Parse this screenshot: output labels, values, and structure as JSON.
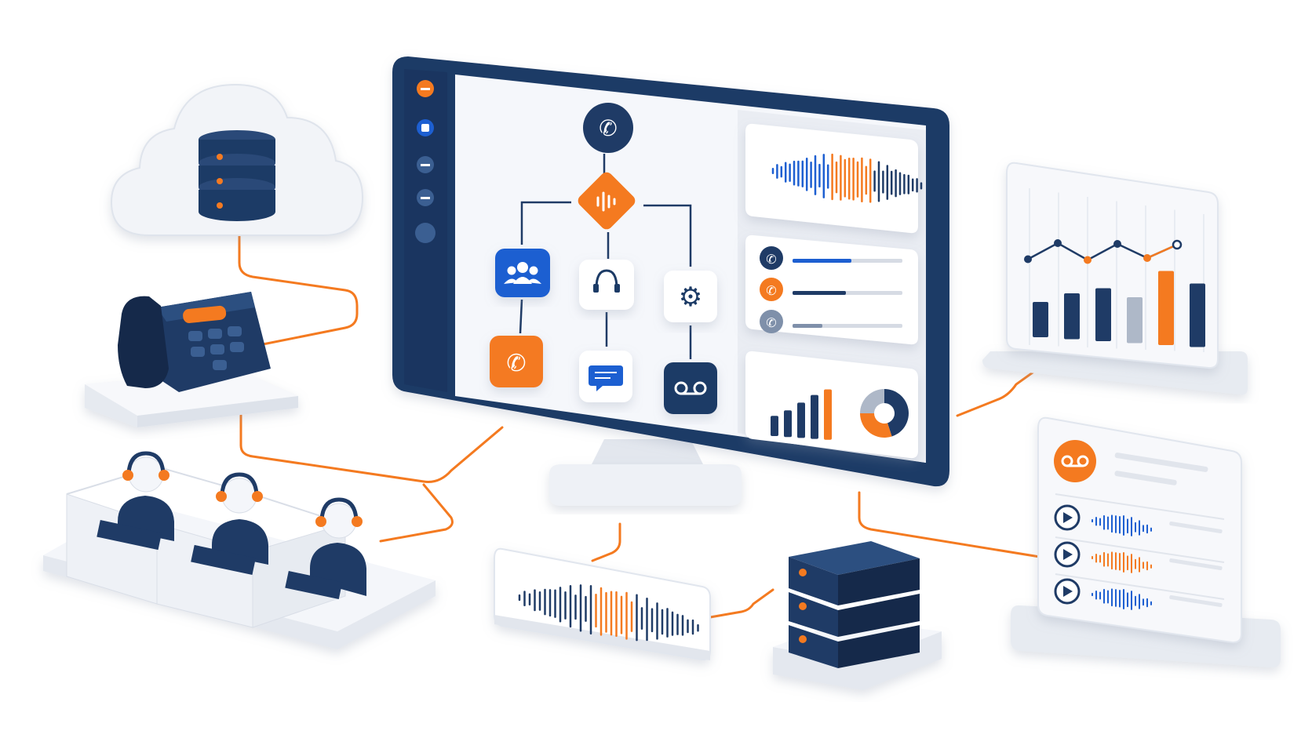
{
  "illustration": {
    "subject": "contact-center-telephony",
    "colors": {
      "navy": "#1f3b66",
      "navy_dark": "#152c4f",
      "orange": "#f47a20",
      "blue": "#1d5fd1",
      "gray_light": "#e9edf3",
      "panel": "#f4f6fa",
      "white": "#ffffff"
    }
  },
  "monitor": {
    "sidebar_icons": [
      "minus-icon",
      "square-icon",
      "minus-icon",
      "minus-icon",
      "circle-icon"
    ],
    "flow_nodes": [
      "phone-icon",
      "audio-wave-icon",
      "team-icon",
      "headset-icon",
      "gear-icon",
      "phone-icon",
      "chat-icon",
      "voicemail-icon"
    ],
    "waveform_card": {
      "icon": "waveform-icon"
    },
    "call_list": {
      "items": [
        "phone-icon",
        "phone-icon",
        "phone-icon"
      ]
    },
    "stats_card": {
      "bar_values": [
        0.25,
        0.4,
        0.6,
        0.8,
        0.95
      ],
      "pie_shares": [
        0.45,
        0.3,
        0.25
      ]
    }
  },
  "analytics_panel": {
    "chart_data": {
      "type": "bar",
      "line_points": [
        0.35,
        0.7,
        0.45,
        0.8,
        0.6,
        0.9
      ],
      "bar_values": [
        0.3,
        0.45,
        0.55,
        0.45,
        0.85,
        0.7
      ]
    }
  },
  "voicemail_panel": {
    "header_icon": "voicemail-icon",
    "rows": [
      {
        "icon": "play-icon"
      },
      {
        "icon": "play-icon"
      },
      {
        "icon": "play-icon"
      }
    ]
  },
  "devices": [
    "cloud-database",
    "desk-phone",
    "agent-cubicles",
    "audio-waveform-card",
    "server-stack"
  ]
}
